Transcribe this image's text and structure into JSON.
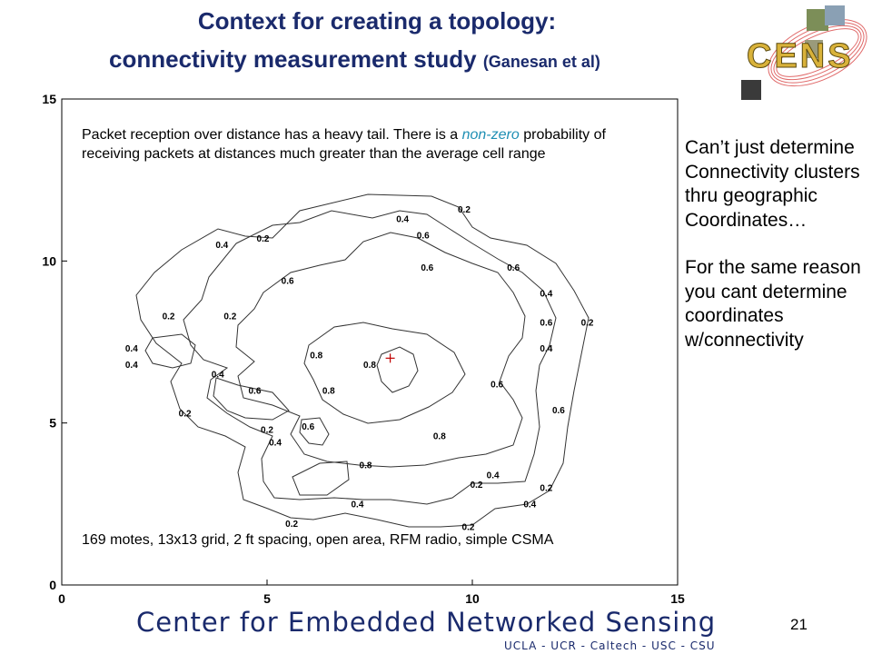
{
  "slide": {
    "title_line1": "Context for creating a topology:",
    "title_line2_main": "connectivity measurement study",
    "title_line2_small": "(Ganesan et al)",
    "logo_text": "CENS",
    "note_top_part1": "Packet reception over distance has a heavy tail. There is a ",
    "note_top_blue": "non-zero",
    "note_top_part2": " probability of receiving packets at distances much greater than the average cell range",
    "note_bottom": "169 motes, 13x13 grid, 2 ft spacing, open area, RFM radio, simple CSMA",
    "side_para1": "Can’t just determine Connectivity clusters thru geographic Coordinates…",
    "side_para2": "For the same reason you cant determine coordinates w/connectivity",
    "footer": "Center for Embedded Networked Sensing",
    "footer_sub": "UCLA - UCR - Caltech - USC - CSU",
    "page_number": "21"
  },
  "colors": {
    "title": "#1a2a6c",
    "accent": "#1f8fb4"
  },
  "chart_data": {
    "type": "contour",
    "xlim": [
      0,
      15
    ],
    "ylim": [
      0,
      15
    ],
    "xticks": [
      "0",
      "5",
      "10",
      "15"
    ],
    "yticks": [
      "0",
      "5",
      "10",
      "15"
    ],
    "grid": false,
    "marker": {
      "x": 8,
      "y": 7
    },
    "contour_labels": [
      {
        "text": "0.2",
        "x": 9.8,
        "y": 11.5
      },
      {
        "text": "0.4",
        "x": 8.3,
        "y": 11.2
      },
      {
        "text": "0.6",
        "x": 8.8,
        "y": 10.7
      },
      {
        "text": "0.2",
        "x": 4.9,
        "y": 10.6
      },
      {
        "text": "0.4",
        "x": 3.9,
        "y": 10.4
      },
      {
        "text": "0.6",
        "x": 8.9,
        "y": 9.7
      },
      {
        "text": "0.6",
        "x": 11.0,
        "y": 9.7
      },
      {
        "text": "0.6",
        "x": 5.5,
        "y": 9.3
      },
      {
        "text": "0.4",
        "x": 11.8,
        "y": 8.9
      },
      {
        "text": "0.2",
        "x": 2.6,
        "y": 8.2
      },
      {
        "text": "0.2",
        "x": 4.1,
        "y": 8.2
      },
      {
        "text": "0.6",
        "x": 11.8,
        "y": 8.0
      },
      {
        "text": "0.2",
        "x": 12.8,
        "y": 8.0
      },
      {
        "text": "0.4",
        "x": 1.7,
        "y": 7.2
      },
      {
        "text": "0.4",
        "x": 11.8,
        "y": 7.2
      },
      {
        "text": "0.8",
        "x": 6.2,
        "y": 7.0
      },
      {
        "text": "0.4",
        "x": 1.7,
        "y": 6.7
      },
      {
        "text": "0.8",
        "x": 7.5,
        "y": 6.7
      },
      {
        "text": "0.4",
        "x": 3.8,
        "y": 6.4
      },
      {
        "text": "0.6",
        "x": 10.6,
        "y": 6.1
      },
      {
        "text": "0.6",
        "x": 4.7,
        "y": 5.9
      },
      {
        "text": "0.8",
        "x": 6.5,
        "y": 5.9
      },
      {
        "text": "0.2",
        "x": 3.0,
        "y": 5.2
      },
      {
        "text": "0.6",
        "x": 12.1,
        "y": 5.3
      },
      {
        "text": "0.6",
        "x": 6.0,
        "y": 4.8
      },
      {
        "text": "0.2",
        "x": 5.0,
        "y": 4.7
      },
      {
        "text": "0.8",
        "x": 9.2,
        "y": 4.5
      },
      {
        "text": "0.4",
        "x": 5.2,
        "y": 4.3
      },
      {
        "text": "0.8",
        "x": 7.4,
        "y": 3.6
      },
      {
        "text": "0.4",
        "x": 10.5,
        "y": 3.3
      },
      {
        "text": "0.2",
        "x": 10.1,
        "y": 3.0
      },
      {
        "text": "0.2",
        "x": 11.8,
        "y": 2.9
      },
      {
        "text": "0.4",
        "x": 11.4,
        "y": 2.4
      },
      {
        "text": "0.4",
        "x": 7.2,
        "y": 2.4
      },
      {
        "text": "0.2",
        "x": 5.6,
        "y": 1.8
      },
      {
        "text": "0.2",
        "x": 9.9,
        "y": 1.7
      }
    ]
  }
}
